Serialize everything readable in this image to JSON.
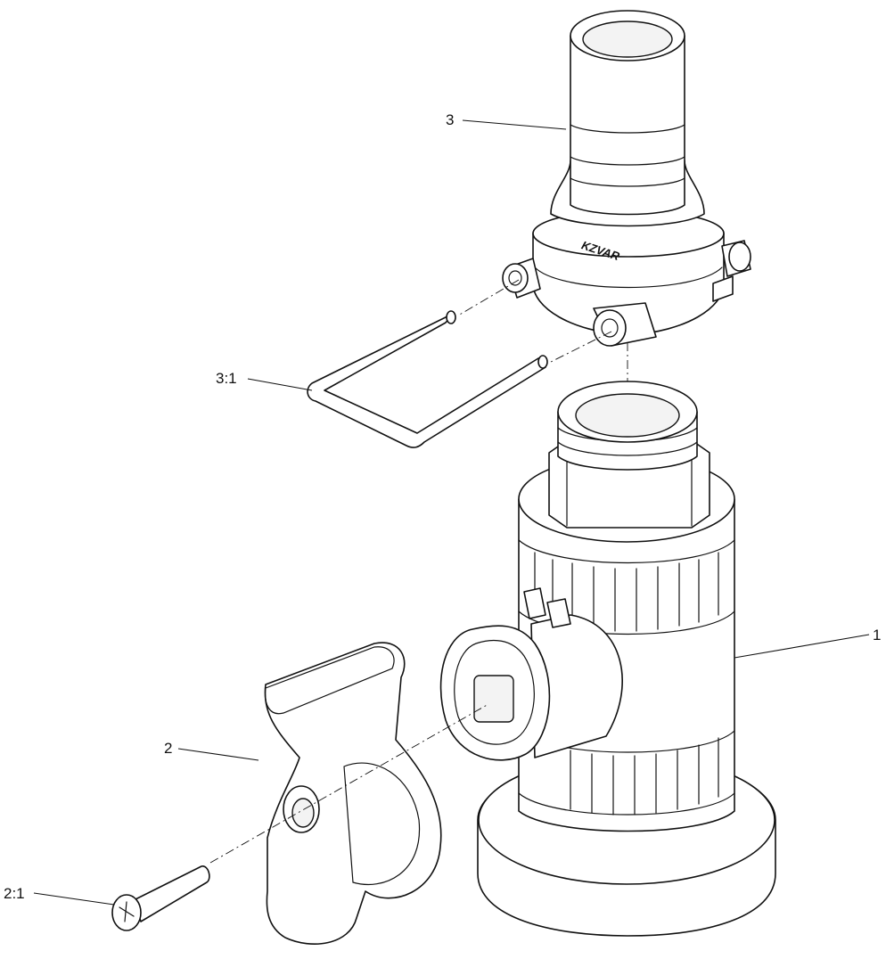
{
  "callouts": {
    "part_1": "1",
    "part_2": "2",
    "part_2_1": "2:1",
    "part_3": "3",
    "part_3_1": "3:1"
  }
}
